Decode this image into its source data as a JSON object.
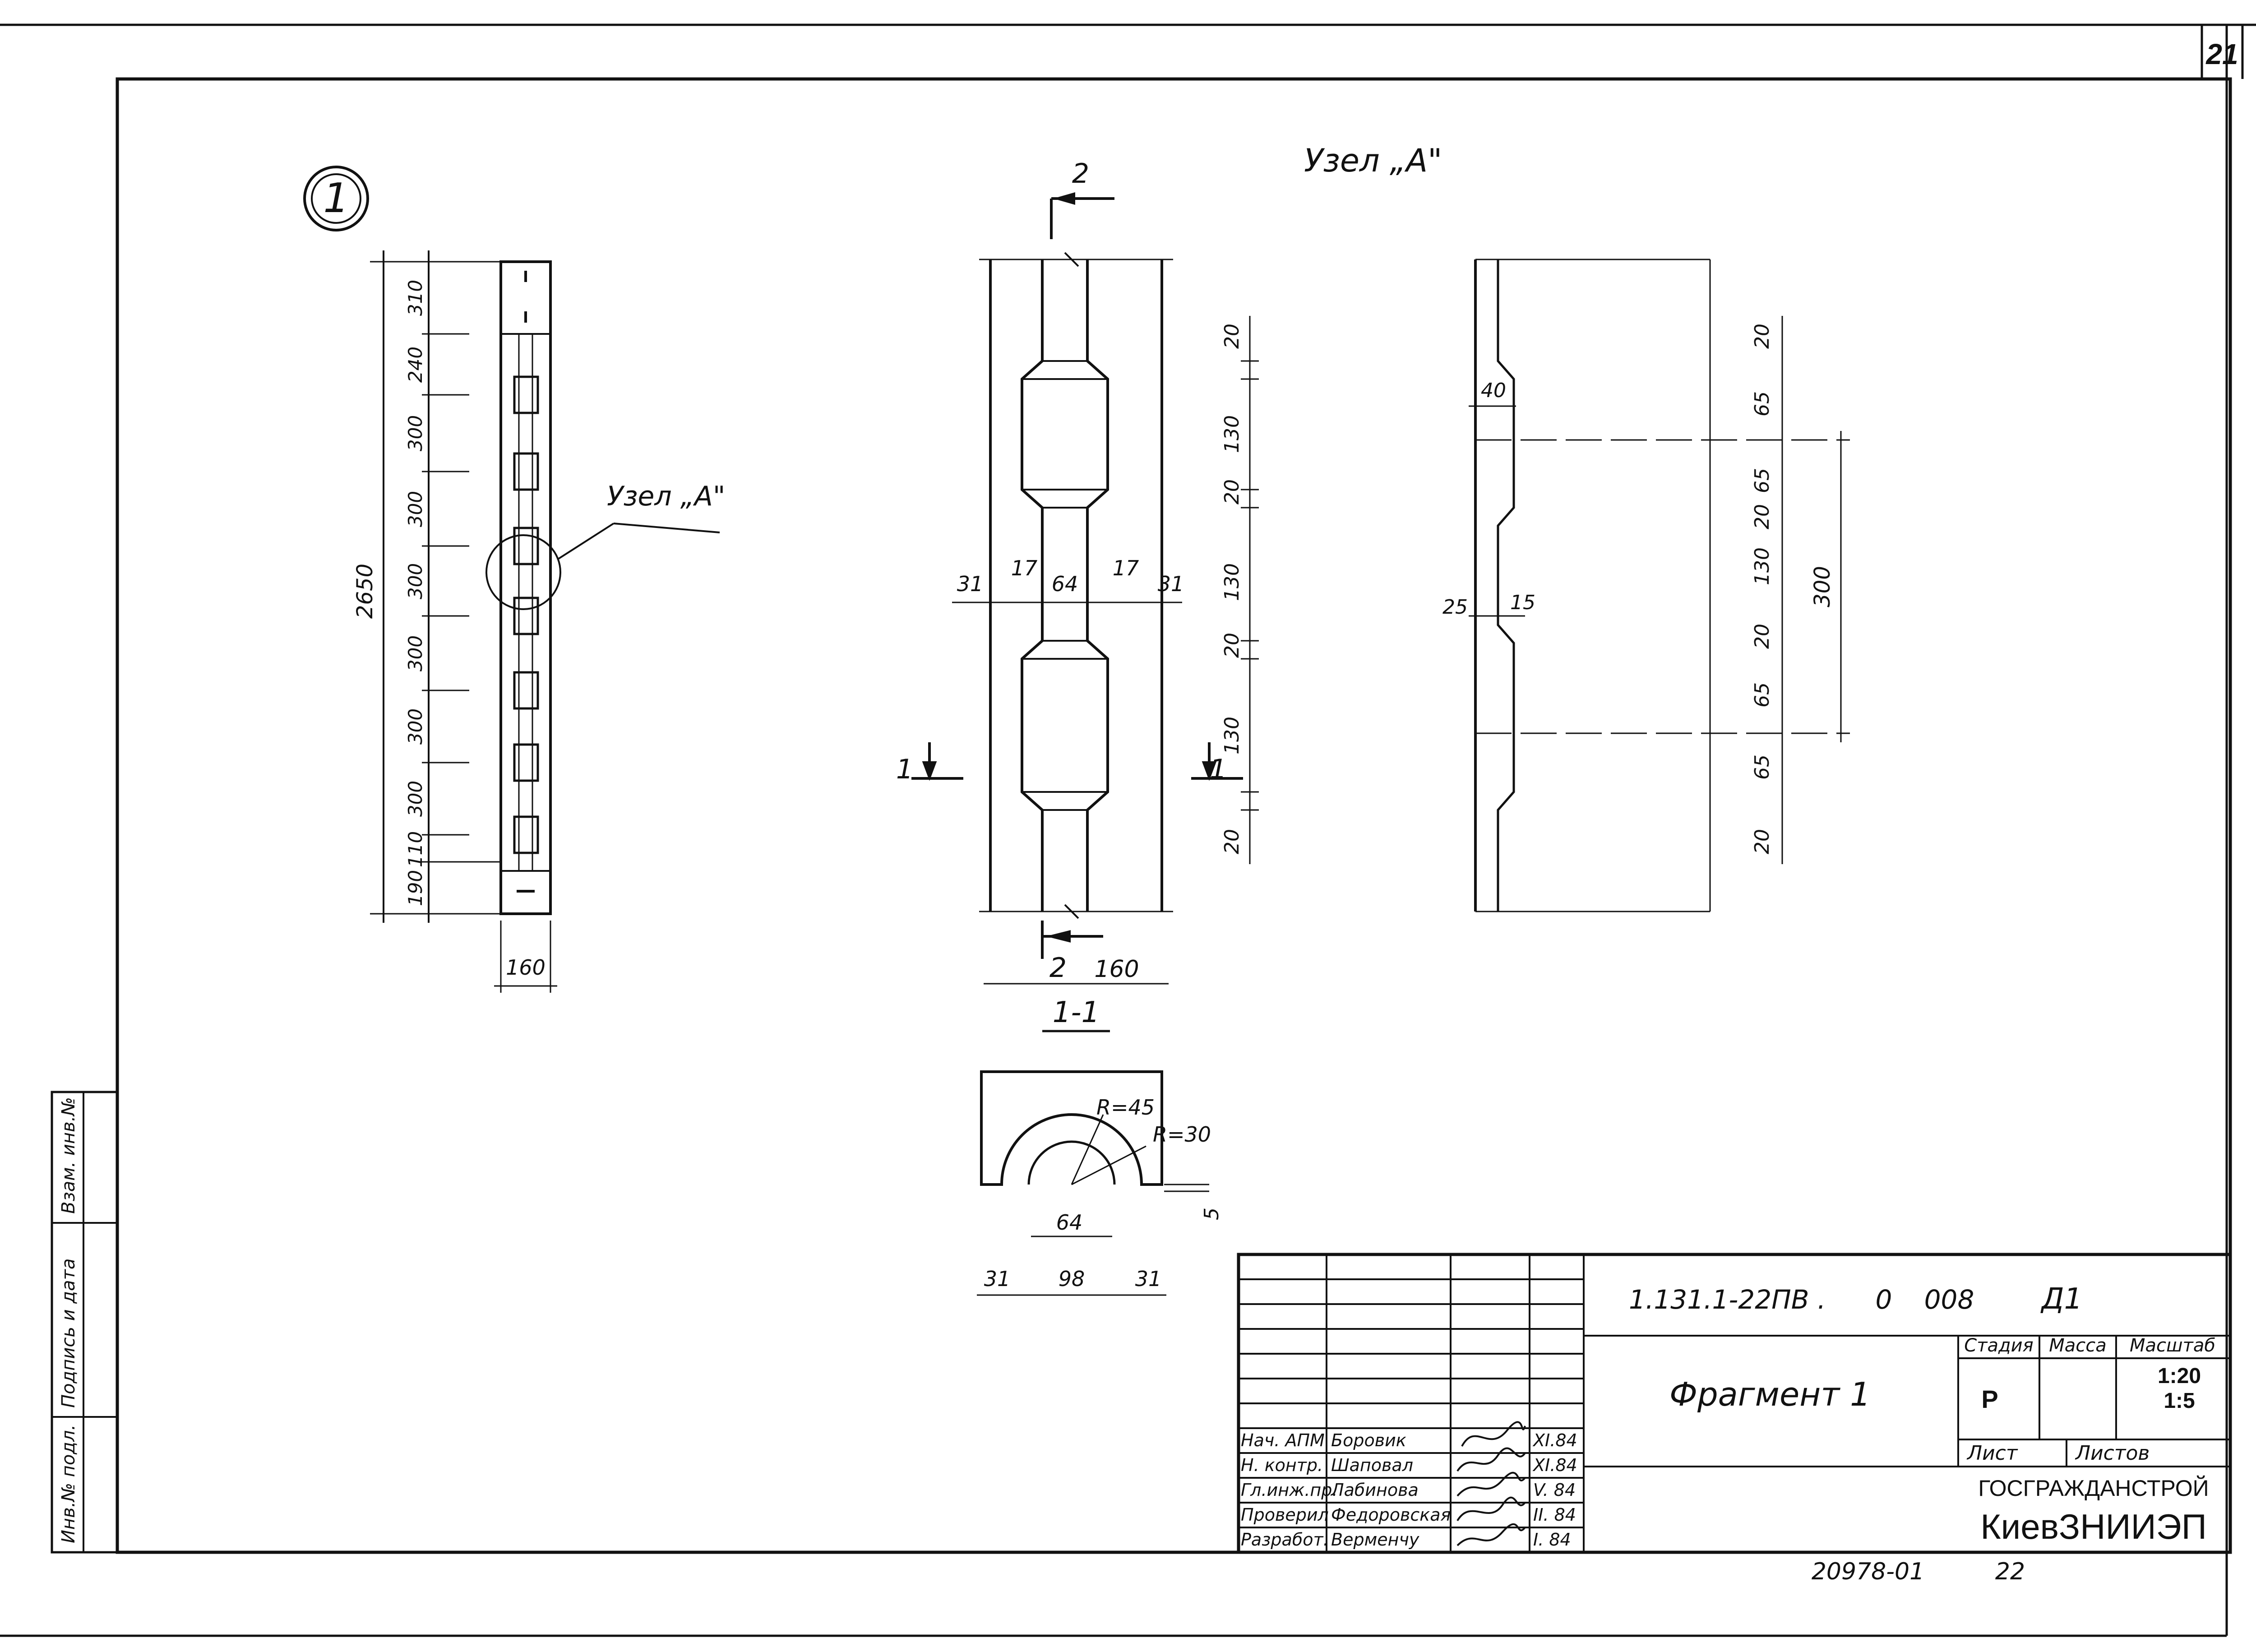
{
  "sheet": {
    "number": "21"
  },
  "view1": {
    "marker": "1",
    "total_height": "2650",
    "segments": [
      "310",
      "240",
      "300",
      "300",
      "300",
      "300",
      "300",
      "300",
      "110",
      "190"
    ],
    "width": "160",
    "callout": "Узел „А\""
  },
  "node_a": {
    "title": "Узел „А\"",
    "section_marks": [
      "2",
      "2",
      "1",
      "1"
    ],
    "widths": [
      "31",
      "17",
      "64",
      "17",
      "31"
    ],
    "overall_width": "160",
    "right_dims": [
      "20",
      "130",
      "20",
      "130",
      "20",
      "130",
      "20"
    ]
  },
  "section_1_1": {
    "title": "1-1",
    "radius_outer": "R=45",
    "radius_inner": "R=30",
    "inner_width": "64",
    "depth": "5",
    "bottom_dims": [
      "31",
      "98",
      "31"
    ]
  },
  "profile": {
    "dim_40": "40",
    "dim_25": "25",
    "dim_15": "15",
    "right_dims": [
      "20",
      "65",
      "65",
      "20",
      "130",
      "20",
      "65",
      "65",
      "20"
    ],
    "dim_300": "300"
  },
  "side_stamp": [
    "Инв.№ подл.",
    "Подпись и дата",
    "Взам. инв.№"
  ],
  "title_block": {
    "code": "1.131.1-22ПВ .",
    "code_2": "0",
    "code_3": "008",
    "code_4": "Д1",
    "name": "Фрагмент 1",
    "stage_header": "Стадия",
    "mass_header": "Масса",
    "scale_header": "Масштаб",
    "stage": "Р",
    "scale_1": "1:20",
    "scale_2": "1:5",
    "sheet_label": "Лист",
    "sheets_label": "Листов",
    "org_1": "ГОСГРАЖДАНСТРОЙ",
    "org_2": "КиевЗНИИЭП",
    "roles": [
      "Нач. АПМ",
      "Н. контр.",
      "Гл.инж.пр.",
      "Проверил",
      "Разработ."
    ],
    "names": [
      "Боровик",
      "Шаповал",
      "Лабинова",
      "Федоровская",
      "Верменчу"
    ],
    "dates": [
      "XI.84",
      "XI.84",
      "V. 84",
      "II. 84",
      "I. 84"
    ]
  },
  "footer": {
    "archive": "20978-01",
    "page": "22"
  }
}
